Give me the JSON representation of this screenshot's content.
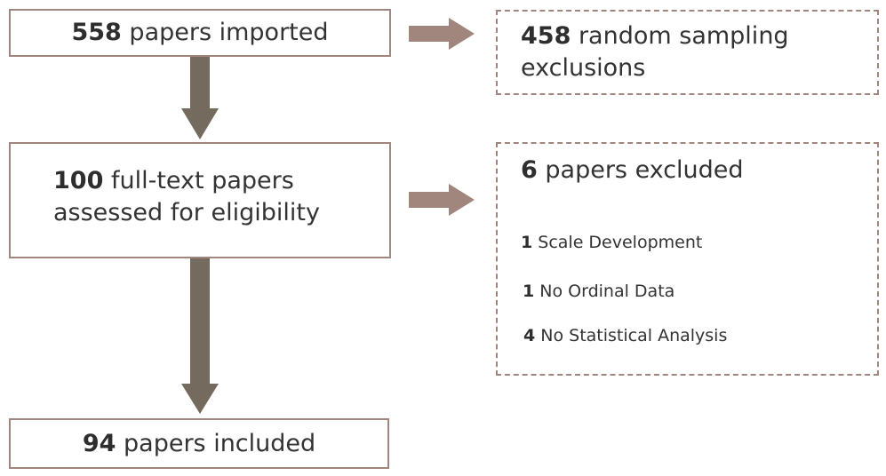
{
  "imported": {
    "count": "558",
    "text": " papers imported"
  },
  "sampling": {
    "count": "458",
    "line1": " random sampling",
    "line2": "exclusions"
  },
  "fulltext": {
    "count": "100",
    "line1": " full-text papers",
    "line2": "assessed for eligibility"
  },
  "excluded": {
    "count": "6",
    "text": " papers excluded",
    "reasons": [
      {
        "count": "1",
        "label": " Scale Development"
      },
      {
        "count": "1",
        "label": " No Ordinal Data"
      },
      {
        "count": "4",
        "label": " No Statistical Analysis"
      }
    ]
  },
  "included": {
    "count": "94",
    "text": " papers included"
  },
  "colors": {
    "border": "#a0867c",
    "arrow_down": "#756a5e",
    "arrow_right": "#a0867c"
  }
}
